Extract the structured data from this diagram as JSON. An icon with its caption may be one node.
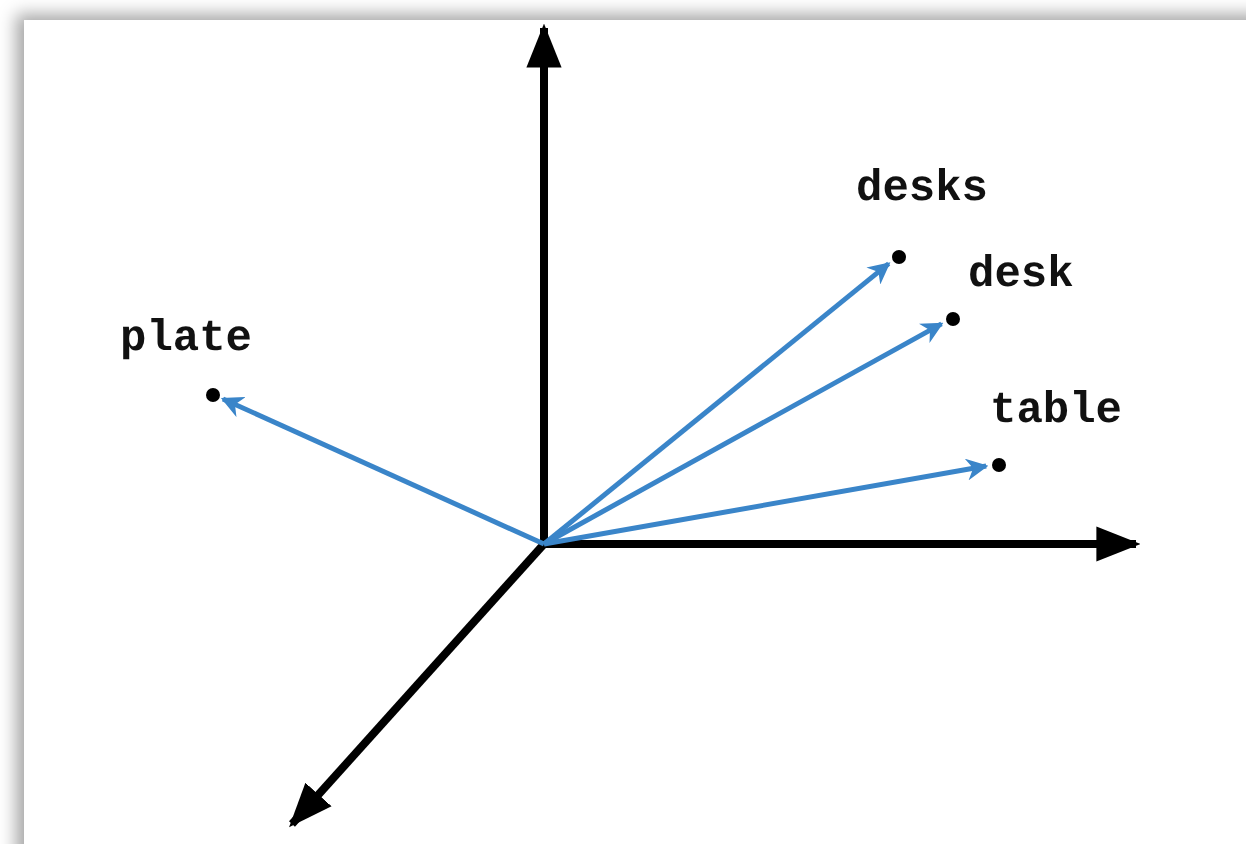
{
  "diagram": {
    "nodes": [
      {
        "text": [],
        "shape": "circle",
        "beside": [
          "desks"
        ]
      },
      {
        "text": [],
        "shape": "circle",
        "beside": [
          "desk"
        ]
      },
      {
        "text": [],
        "shape": "circle",
        "beside": [
          "plate"
        ]
      },
      {
        "text": [],
        "shape": "circle",
        "beside": [
          "table"
        ]
      }
    ],
    "edges": [
      {
        "from": null,
        "to": 0,
        "arrow": "to"
      },
      {
        "from": null,
        "to": 1,
        "arrow": "to"
      },
      {
        "from": null,
        "to": 2,
        "arrow": "to"
      },
      {
        "from": null,
        "to": 3,
        "arrow": "to"
      }
    ]
  }
}
